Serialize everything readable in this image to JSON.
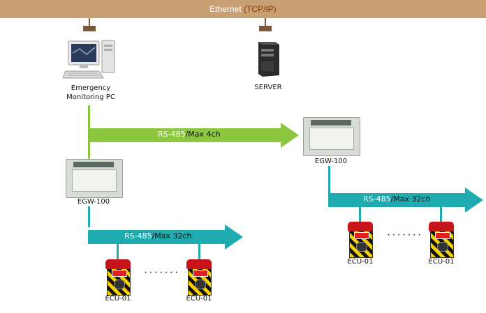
{
  "ethernet": {
    "label": "Ethernet",
    "protocol": "(TCP/IP)"
  },
  "nodes": {
    "pc": {
      "label_line1": "Emergency",
      "label_line2": "Monitoring PC"
    },
    "server": {
      "label": "SERVER"
    },
    "gateway_left": {
      "label": "EGW-100"
    },
    "gateway_right": {
      "label": "EGW-100"
    },
    "ecu_left_1": {
      "label": "ECU-01"
    },
    "ecu_left_2": {
      "label": "ECU-01"
    },
    "ecu_right_1": {
      "label": "ECU-01"
    },
    "ecu_right_2": {
      "label": "ECU-01"
    }
  },
  "links": {
    "pc_to_gateway": {
      "protocol": "RS-485",
      "capacity": "/Max 4ch"
    },
    "gateway_left_bus": {
      "protocol": "RS-485",
      "capacity": "/Max 32ch"
    },
    "gateway_right_bus": {
      "protocol": "RS-485",
      "capacity": "/Max 32ch"
    }
  },
  "ellipsis": {
    "left": "·······",
    "right": "·······"
  },
  "colors": {
    "ethernet_bar": "#c9a074",
    "green_arrow": "#8dc63f",
    "teal_arrow": "#1faab0",
    "brown_drop": "#7a5a3a"
  }
}
